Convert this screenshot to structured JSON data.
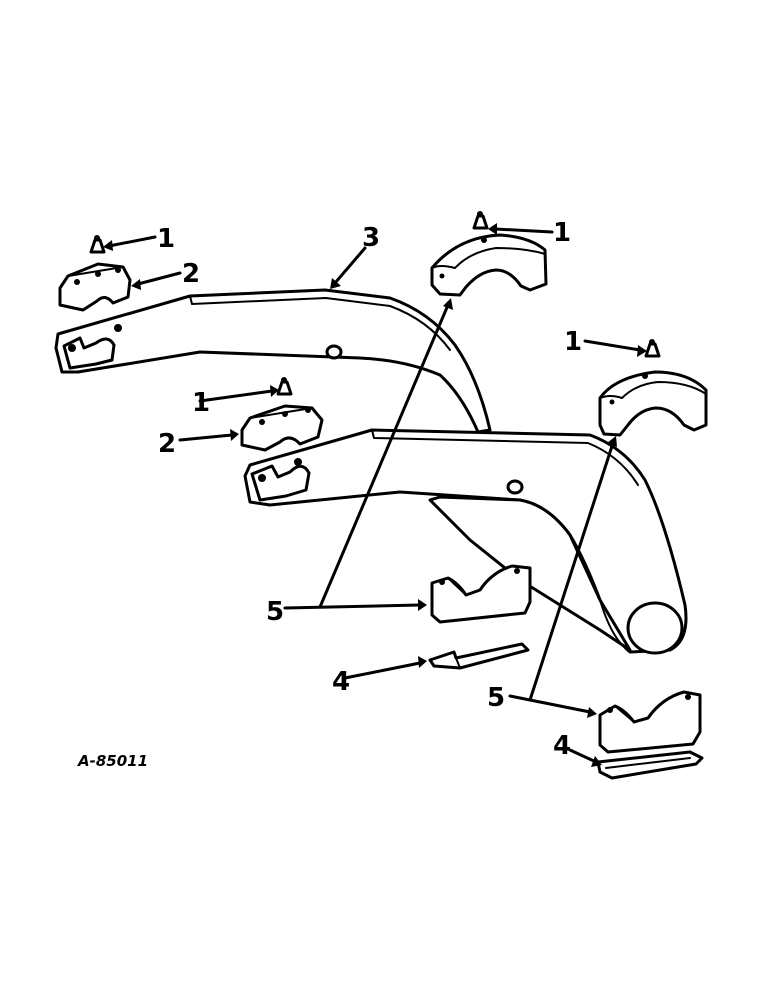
{
  "figure_id": "A-85011",
  "callouts": {
    "c1a": "1",
    "c1b": "1",
    "c1c": "1",
    "c1d": "1",
    "c2a": "2",
    "c2b": "2",
    "c3": "3",
    "c4a": "4",
    "c4b": "4",
    "c5a": "5",
    "c5b": "5"
  }
}
